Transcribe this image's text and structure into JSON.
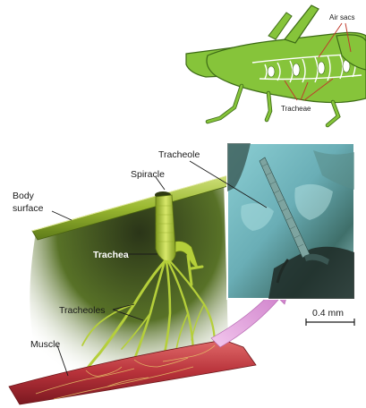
{
  "labels": {
    "air_sacs": "Air sacs",
    "tracheae": "Tracheae",
    "tracheole": "Tracheole",
    "spiracle": "Spiracle",
    "body_surface_line1": "Body",
    "body_surface_line2": "surface",
    "trachea": "Trachea",
    "tracheoles": "Tracheoles",
    "muscle": "Muscle",
    "scale_bar": "0.4 mm"
  },
  "colors": {
    "grasshopper_green": "#86c43a",
    "grasshopper_outline": "#3d6b16",
    "tracheal_tube": "#b5cf3a",
    "body_surface": "#9ab830",
    "tissue_dark": "#2b3d12",
    "muscle_red": "#b8323a",
    "micrograph_teal": "#7fc0c8",
    "callout_red": "#c0392b",
    "arrow_pink": "#d98fd0"
  },
  "icons": {
    "insect": "grasshopper-illustration",
    "micrograph": "tracheole-micrograph"
  }
}
